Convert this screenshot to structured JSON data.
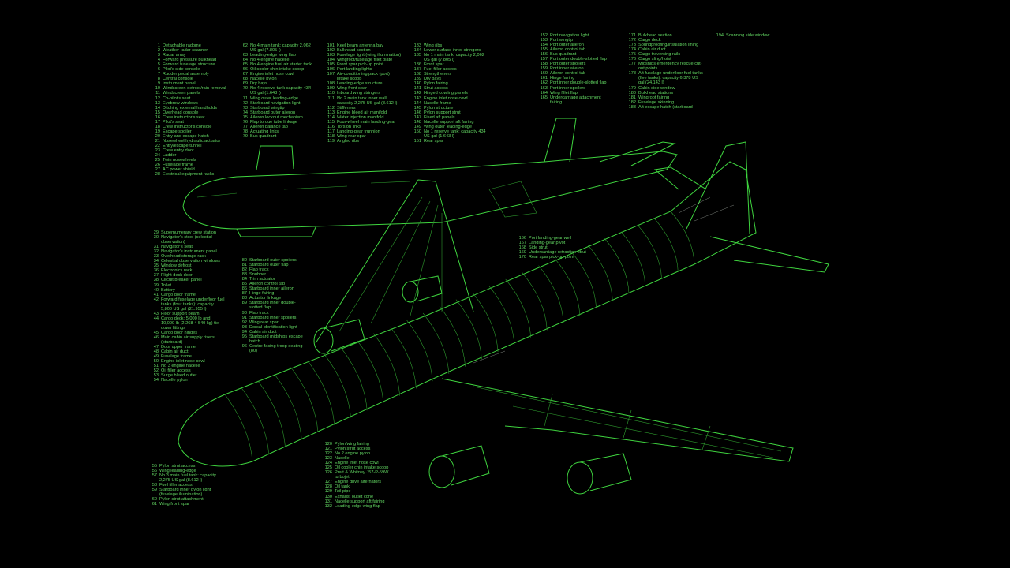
{
  "legend": {
    "col_a": [
      {
        "n": "1",
        "t": "Detachable radome"
      },
      {
        "n": "2",
        "t": "Weather radar scanner"
      },
      {
        "n": "3",
        "t": "Radar array"
      },
      {
        "n": "4",
        "t": "Forward pressure bulkhead"
      },
      {
        "n": "5",
        "t": "Forward fuselage structure"
      },
      {
        "n": "6",
        "t": "Pilot's side console"
      },
      {
        "n": "7",
        "t": "Rudder pedal assembly"
      },
      {
        "n": "8",
        "t": "Central console"
      },
      {
        "n": "9",
        "t": "Instrument panel"
      },
      {
        "n": "10",
        "t": "Windscreen defrost/rain removal"
      },
      {
        "n": "11",
        "t": "Windscreen panels"
      },
      {
        "n": "12",
        "t": "Co-pilot's seat"
      },
      {
        "n": "13",
        "t": "Eyebrow windows"
      },
      {
        "n": "14",
        "t": "Ditching external handholds"
      },
      {
        "n": "15",
        "t": "Overhead console"
      },
      {
        "n": "16",
        "t": "Crew instructor's seat"
      },
      {
        "n": "17",
        "t": "Pilot's seat"
      },
      {
        "n": "18",
        "t": "Crew instructor's console"
      },
      {
        "n": "19",
        "t": "Escape spoiler"
      },
      {
        "n": "20",
        "t": "Entry and escape hatch"
      },
      {
        "n": "21",
        "t": "Nosewheel hydraulic actuator"
      },
      {
        "n": "22",
        "t": "Entry/escape tunnel"
      },
      {
        "n": "23",
        "t": "Crew entry door"
      },
      {
        "n": "24",
        "t": "Ladder"
      },
      {
        "n": "25",
        "t": "Twin nosewheels"
      },
      {
        "n": "26",
        "t": "Fuselage frame"
      },
      {
        "n": "27",
        "t": "AC power shield"
      },
      {
        "n": "28",
        "t": "Electrical equipment racks"
      }
    ],
    "col_b": [
      {
        "n": "62",
        "t": "No 4 main tank: capacity 2,062 US gal (7.805 l)"
      },
      {
        "n": "63",
        "t": "Leading-edge wing flap"
      },
      {
        "n": "64",
        "t": "No 4 engine nacelle"
      },
      {
        "n": "65",
        "t": "No 4 engine fuel air starter tank"
      },
      {
        "n": "66",
        "t": "Oil cooler chin intake scoop"
      },
      {
        "n": "67",
        "t": "Engine inlet nose cowl"
      },
      {
        "n": "68",
        "t": "Nacelle pylon"
      },
      {
        "n": "69",
        "t": "Dry bays"
      },
      {
        "n": "70",
        "t": "No 4 reserve tank capacity 434 US gal (1.643 l)"
      },
      {
        "n": "71",
        "t": "Wing outer leading-edge"
      },
      {
        "n": "72",
        "t": "Starboard navigation light"
      },
      {
        "n": "73",
        "t": "Starboard wingtip"
      },
      {
        "n": "74",
        "t": "Starboard outer aileron"
      },
      {
        "n": "75",
        "t": "Aileron lockout mechanism"
      },
      {
        "n": "76",
        "t": "Flap torque tube linkage"
      },
      {
        "n": "77",
        "t": "Aileron balance tab"
      },
      {
        "n": "78",
        "t": "Actuating links"
      },
      {
        "n": "79",
        "t": "Bus quadrant"
      }
    ],
    "col_c": [
      {
        "n": "101",
        "t": "Keel beam antenna bay"
      },
      {
        "n": "102",
        "t": "Bulkhead section"
      },
      {
        "n": "103",
        "t": "Fuselage light (wing illumination)"
      },
      {
        "n": "104",
        "t": "Wingroot/fuselage fillet plate"
      },
      {
        "n": "105",
        "t": "Front spar pick-up point"
      },
      {
        "n": "106",
        "t": "Port landing lights"
      },
      {
        "n": "107",
        "t": "Air-conditioning pack (port) intake scoop"
      },
      {
        "n": "108",
        "t": "Leading-edge structure"
      },
      {
        "n": "109",
        "t": "Wing front spar"
      },
      {
        "n": "110",
        "t": "Inboard wing stringers"
      },
      {
        "n": "111",
        "t": "No 2 main tank inner wall: capacity 2,275 US gal (8.612 l)"
      },
      {
        "n": "112",
        "t": "Stiffeners"
      },
      {
        "n": "113",
        "t": "Engine bleed air manifold"
      },
      {
        "n": "114",
        "t": "Water injection manifold"
      },
      {
        "n": "115",
        "t": "Four-wheel main landing-gear"
      },
      {
        "n": "116",
        "t": "Torsion links"
      },
      {
        "n": "117",
        "t": "Landing-gear trunnion"
      },
      {
        "n": "118",
        "t": "Wing rear spar"
      },
      {
        "n": "119",
        "t": "Angled ribs"
      }
    ],
    "col_d": [
      {
        "n": "133",
        "t": "Wing ribs"
      },
      {
        "n": "134",
        "t": "Lower surface inner stringers"
      },
      {
        "n": "135",
        "t": "No 1 main tank: capacity 2,062 US gal (7.805 l)"
      },
      {
        "n": "136",
        "t": "Front spar"
      },
      {
        "n": "137",
        "t": "Fuel filler access"
      },
      {
        "n": "138",
        "t": "Strengtheners"
      },
      {
        "n": "139",
        "t": "Dry bays"
      },
      {
        "n": "140",
        "t": "Pylon fairing"
      },
      {
        "n": "141",
        "t": "Strut access"
      },
      {
        "n": "142",
        "t": "Hinged cowling panels"
      },
      {
        "n": "143",
        "t": "Engine inlet nose cowl"
      },
      {
        "n": "144",
        "t": "Nacelle frame"
      },
      {
        "n": "145",
        "t": "Pylon structure"
      },
      {
        "n": "146",
        "t": "Pylon support strut"
      },
      {
        "n": "147",
        "t": "Fixed aft panels"
      },
      {
        "n": "148",
        "t": "Nacelle support aft fairing"
      },
      {
        "n": "149",
        "t": "Wing outer leading-edge"
      },
      {
        "n": "150",
        "t": "No 1 reserve tank: capacity 434 US gal (1.643 l)"
      },
      {
        "n": "151",
        "t": "Rear spar"
      }
    ],
    "col_e": [
      {
        "n": "152",
        "t": "Port navigation light"
      },
      {
        "n": "153",
        "t": "Port wingtip"
      },
      {
        "n": "154",
        "t": "Port outer aileron"
      },
      {
        "n": "155",
        "t": "Aileron control tab"
      },
      {
        "n": "156",
        "t": "Bus quadrant"
      },
      {
        "n": "157",
        "t": "Port outer double-slotted flap"
      },
      {
        "n": "158",
        "t": "Port outer spoilers"
      },
      {
        "n": "159",
        "t": "Port inner aileron"
      },
      {
        "n": "160",
        "t": "Aileron control tab"
      },
      {
        "n": "161",
        "t": "Hinge fairing"
      },
      {
        "n": "162",
        "t": "Port inner double-slotted flap"
      },
      {
        "n": "163",
        "t": "Port inner spoilers"
      },
      {
        "n": "164",
        "t": "Wing fillet flap"
      },
      {
        "n": "165",
        "t": "Undercarriage attachment fairing"
      }
    ],
    "col_f": [
      {
        "n": "171",
        "t": "Bulkhead section"
      },
      {
        "n": "172",
        "t": "Cargo deck"
      },
      {
        "n": "173",
        "t": "Soundproofing/insulation lining"
      },
      {
        "n": "174",
        "t": "Cabin air duct"
      },
      {
        "n": "175",
        "t": "Cargo traversing rails"
      },
      {
        "n": "176",
        "t": "Cargo sling/hoist"
      },
      {
        "n": "177",
        "t": "Midships emergency rescue cut-out points"
      },
      {
        "n": "178",
        "t": "Aft fuselage underfloor fuel tanks (five tanks): capacity 6,378 US gal (24.143 l)"
      },
      {
        "n": "179",
        "t": "Cabin side window"
      },
      {
        "n": "180",
        "t": "Bulkhead stations"
      },
      {
        "n": "181",
        "t": "Wingroot fairing"
      },
      {
        "n": "182",
        "t": "Fuselage skinning"
      },
      {
        "n": "183",
        "t": "Aft escape hatch (starboard"
      }
    ],
    "col_g": [
      {
        "n": "194",
        "t": "Scanning side window"
      }
    ],
    "col_h": [
      {
        "n": "29",
        "t": "Supernumerary crew station"
      },
      {
        "n": "30",
        "t": "Navigator's stool (celestial observation)"
      },
      {
        "n": "31",
        "t": "Navigator's seat"
      },
      {
        "n": "32",
        "t": "Navigator's instrument panel"
      },
      {
        "n": "33",
        "t": "Overhead storage rack"
      },
      {
        "n": "34",
        "t": "Celestial observation windows"
      },
      {
        "n": "35",
        "t": "Window defrost"
      },
      {
        "n": "36",
        "t": "Electronics rack"
      },
      {
        "n": "37",
        "t": "Flight deck door"
      },
      {
        "n": "38",
        "t": "Circuit breaker panel"
      },
      {
        "n": "39",
        "t": "Toilet"
      },
      {
        "n": "40",
        "t": "Battery"
      },
      {
        "n": "41",
        "t": "Cargo door frame"
      },
      {
        "n": "42",
        "t": "Forward fuselage underfloor fuel tanks (four tanks): capacity 5,800 US gal (21.955 l)"
      },
      {
        "n": "43",
        "t": "Floor support beam"
      },
      {
        "n": "44",
        "t": "Cargo deck: 5,000 lb and 10,000 lb (2 268-4 540 kg) tie-down fittings"
      },
      {
        "n": "45",
        "t": "Cargo door hinges"
      },
      {
        "n": "46",
        "t": "Main cabin air supply risers (starboard)"
      },
      {
        "n": "47",
        "t": "Door upper frame"
      },
      {
        "n": "48",
        "t": "Cabin air duct"
      },
      {
        "n": "49",
        "t": "Fuselage frame"
      },
      {
        "n": "50",
        "t": "Engine inlet nose cowl"
      },
      {
        "n": "51",
        "t": "No 3 engine nacelle"
      },
      {
        "n": "52",
        "t": "Oil filler access"
      },
      {
        "n": "53",
        "t": "Surge bleed outlet"
      },
      {
        "n": "54",
        "t": "Nacelle pylon"
      }
    ],
    "col_i": [
      {
        "n": "80",
        "t": "Starboard outer spoilers"
      },
      {
        "n": "81",
        "t": "Starboard outer flap"
      },
      {
        "n": "82",
        "t": "Flap track"
      },
      {
        "n": "83",
        "t": "Snubber"
      },
      {
        "n": "84",
        "t": "Trim actuator"
      },
      {
        "n": "85",
        "t": "Aileron control tab"
      },
      {
        "n": "86",
        "t": "Starboard inner aileron"
      },
      {
        "n": "87",
        "t": "Hinge fairing"
      },
      {
        "n": "88",
        "t": "Actuator linkage"
      },
      {
        "n": "89",
        "t": "Starboard inner double-slotted flap"
      },
      {
        "n": "90",
        "t": "Flap track"
      },
      {
        "n": "91",
        "t": "Starboard inner spoilers"
      },
      {
        "n": "92",
        "t": "Wing rear spar"
      },
      {
        "n": "93",
        "t": "Dorsal identification light"
      },
      {
        "n": "94",
        "t": "Cabin air duct"
      },
      {
        "n": "95",
        "t": "Starboard midships escape hatch"
      },
      {
        "n": "96",
        "t": "Centre-facing troop seating (80)"
      }
    ],
    "col_j": [
      {
        "n": "55",
        "t": "Pylon strut access"
      },
      {
        "n": "56",
        "t": "Wing leading-edge"
      },
      {
        "n": "57",
        "t": "No 3 main fuel tank: capacity 2,275 US gal (8.612 l)"
      },
      {
        "n": "58",
        "t": "Fuel filler access"
      },
      {
        "n": "59",
        "t": "Starboard inner pylon light (fuselage illumination)"
      },
      {
        "n": "60",
        "t": "Pylon strut attachment"
      },
      {
        "n": "61",
        "t": "Wing front spar"
      }
    ],
    "col_k": [
      {
        "n": "120",
        "t": "Pylon/wing fairing"
      },
      {
        "n": "121",
        "t": "Pylon strut access"
      },
      {
        "n": "122",
        "t": "No 2 engine pylon"
      },
      {
        "n": "123",
        "t": "Nacelle"
      },
      {
        "n": "124",
        "t": "Engine inlet nose cowl"
      },
      {
        "n": "125",
        "t": "Oil cooler chin intake scoop"
      },
      {
        "n": "126",
        "t": "Pratt & Whitney J57-P-59W turbojet"
      },
      {
        "n": "127",
        "t": "Engine drive alternators"
      },
      {
        "n": "128",
        "t": "Oil tank"
      },
      {
        "n": "129",
        "t": "Tail pipe"
      },
      {
        "n": "130",
        "t": "Exhaust outlet cone"
      },
      {
        "n": "131",
        "t": "Nacelle support aft fairing"
      },
      {
        "n": "132",
        "t": "Leading-edge wing flap"
      }
    ],
    "col_l": [
      {
        "n": "166",
        "t": "Port landing-gear well"
      },
      {
        "n": "167",
        "t": "Landing-gear pivot"
      },
      {
        "n": "168",
        "t": "Side strut"
      },
      {
        "n": "169",
        "t": "Undercarriage retraction strut"
      },
      {
        "n": "170",
        "t": "Rear spar pick-up point"
      }
    ]
  },
  "colors": {
    "background": "#000000",
    "line": "#3fd43f",
    "text": "#62d662"
  }
}
